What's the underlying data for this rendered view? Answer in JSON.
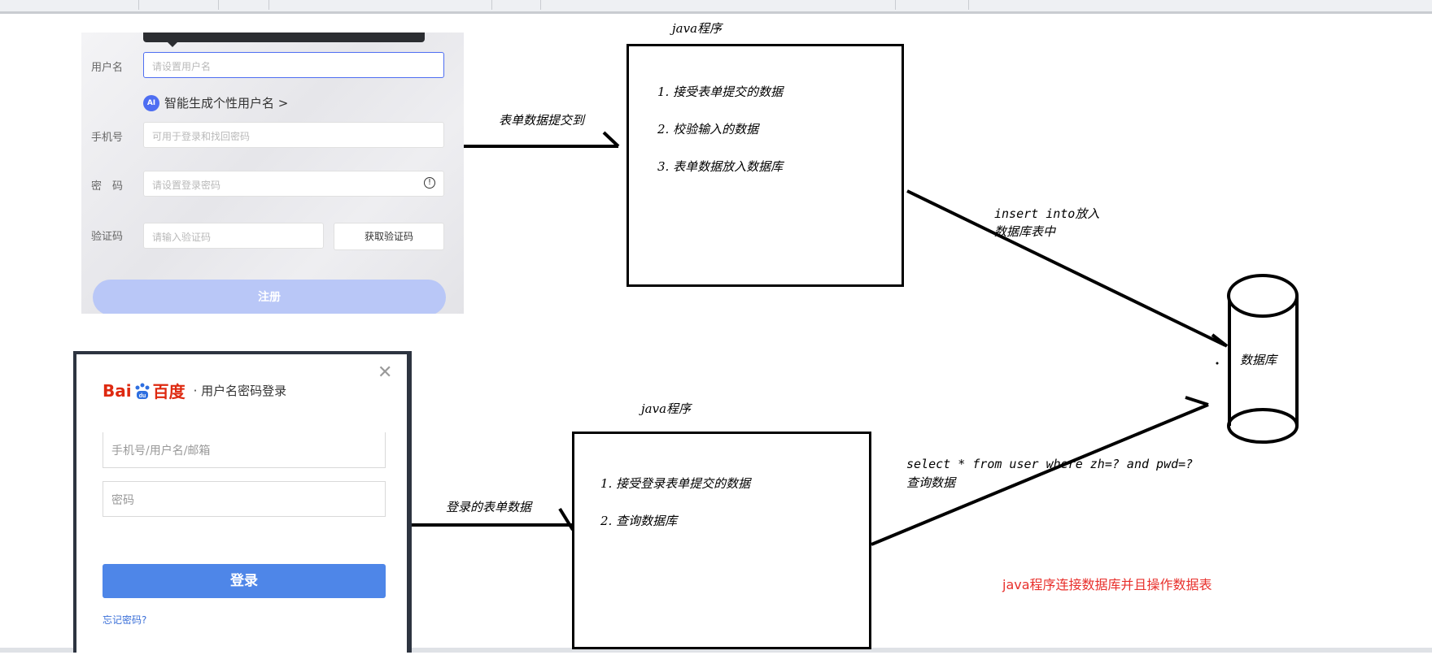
{
  "registration_form": {
    "username_label": "用户名",
    "username_placeholder": "请设置用户名",
    "ai_badge": "AI",
    "ai_suggest": "智能生成个性用户名 >",
    "phone_label": "手机号",
    "phone_placeholder": "可用于登录和找回密码",
    "password_label": "密　码",
    "password_placeholder": "请设置登录密码",
    "code_label": "验证码",
    "code_placeholder": "请输入验证码",
    "get_code_button": "获取验证码",
    "register_button": "注册"
  },
  "login_form": {
    "logo_left": "Bai",
    "logo_right": "百度",
    "subtitle": "· 用户名密码登录",
    "account_placeholder": "手机号/用户名/邮箱",
    "password_placeholder": "密码",
    "login_button": "登录",
    "forgot_link": "忘记密码?"
  },
  "diagram": {
    "top_program_title": "java程序",
    "top_steps": [
      "1. 接受表单提交的数据",
      "2. 校验输入的数据",
      "3. 表单数据放入数据库"
    ],
    "arrow_submit_label": "表单数据提交到",
    "insert_label_line1": "insert into放入",
    "insert_label_line2": "数据库表中",
    "database_label": "数据库",
    "bottom_program_title": "java程序",
    "bottom_steps": [
      "1. 接受登录表单提交的数据",
      "2. 查询数据库"
    ],
    "arrow_login_label": "登录的表单数据",
    "select_label_line1": "select * from user where zh=? and pwd=?",
    "select_label_line2": "查询数据",
    "summary_note": "java程序连接数据库并且操作数据表",
    "summary_note_color": "#e8302c"
  }
}
